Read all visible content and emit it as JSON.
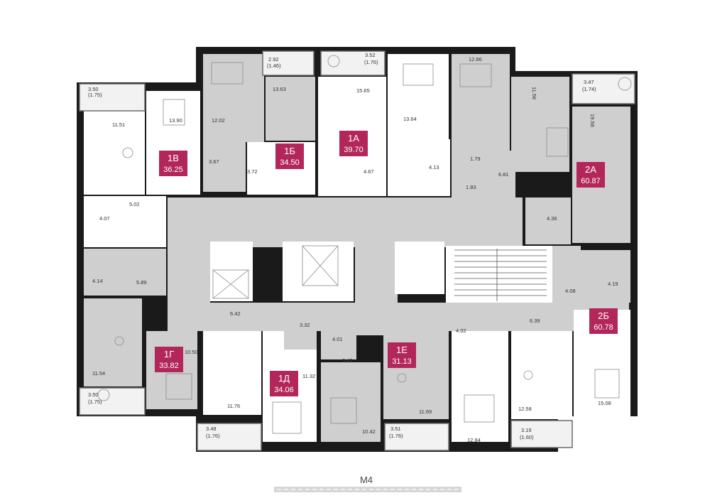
{
  "theme": {
    "accent": "#b3265a",
    "wall": "#1a1a1a",
    "room_grey": "#cfcfcf"
  },
  "apartments": [
    {
      "id": "1v",
      "code": "1В",
      "area": "36.25"
    },
    {
      "id": "1b",
      "code": "1Б",
      "area": "34.50"
    },
    {
      "id": "1a",
      "code": "1А",
      "area": "39.70"
    },
    {
      "id": "2a",
      "code": "2А",
      "area": "60.87"
    },
    {
      "id": "2b",
      "code": "2Б",
      "area": "60.78"
    },
    {
      "id": "1g",
      "code": "1Г",
      "area": "33.82"
    },
    {
      "id": "1d",
      "code": "1Д",
      "area": "34.06"
    },
    {
      "id": "1e",
      "code": "1Е",
      "area": "31.13"
    }
  ],
  "room_labels": [
    "3.50",
    "(1.75)",
    "11.51",
    "13.90",
    "5.02",
    "4.07",
    "4.14",
    "5.89",
    "12.02",
    "2.92",
    "(1.46)",
    "13.63",
    "3.67",
    "3.72",
    "3.52",
    "(1.76)",
    "15.65",
    "13.64",
    "4.67",
    "4.13",
    "12.86",
    "11.56",
    "3.47",
    "(1.74)",
    "19.58",
    "1.79",
    "6.81",
    "1.83",
    "4.36",
    "4.08",
    "4.19",
    "6.39",
    "4.02",
    "6.42",
    "3.32",
    "4.01",
    "3.45",
    "10.50",
    "11.32",
    "11.54",
    "3.50",
    "(1.75)",
    "11.76",
    "10.42",
    "11.69",
    "12.58",
    "15.08",
    "3.48",
    "(1.76)",
    "3.51",
    "(1.76)",
    "12.84",
    "3.19",
    "(1.60)"
  ],
  "highway": {
    "label": "М4"
  }
}
